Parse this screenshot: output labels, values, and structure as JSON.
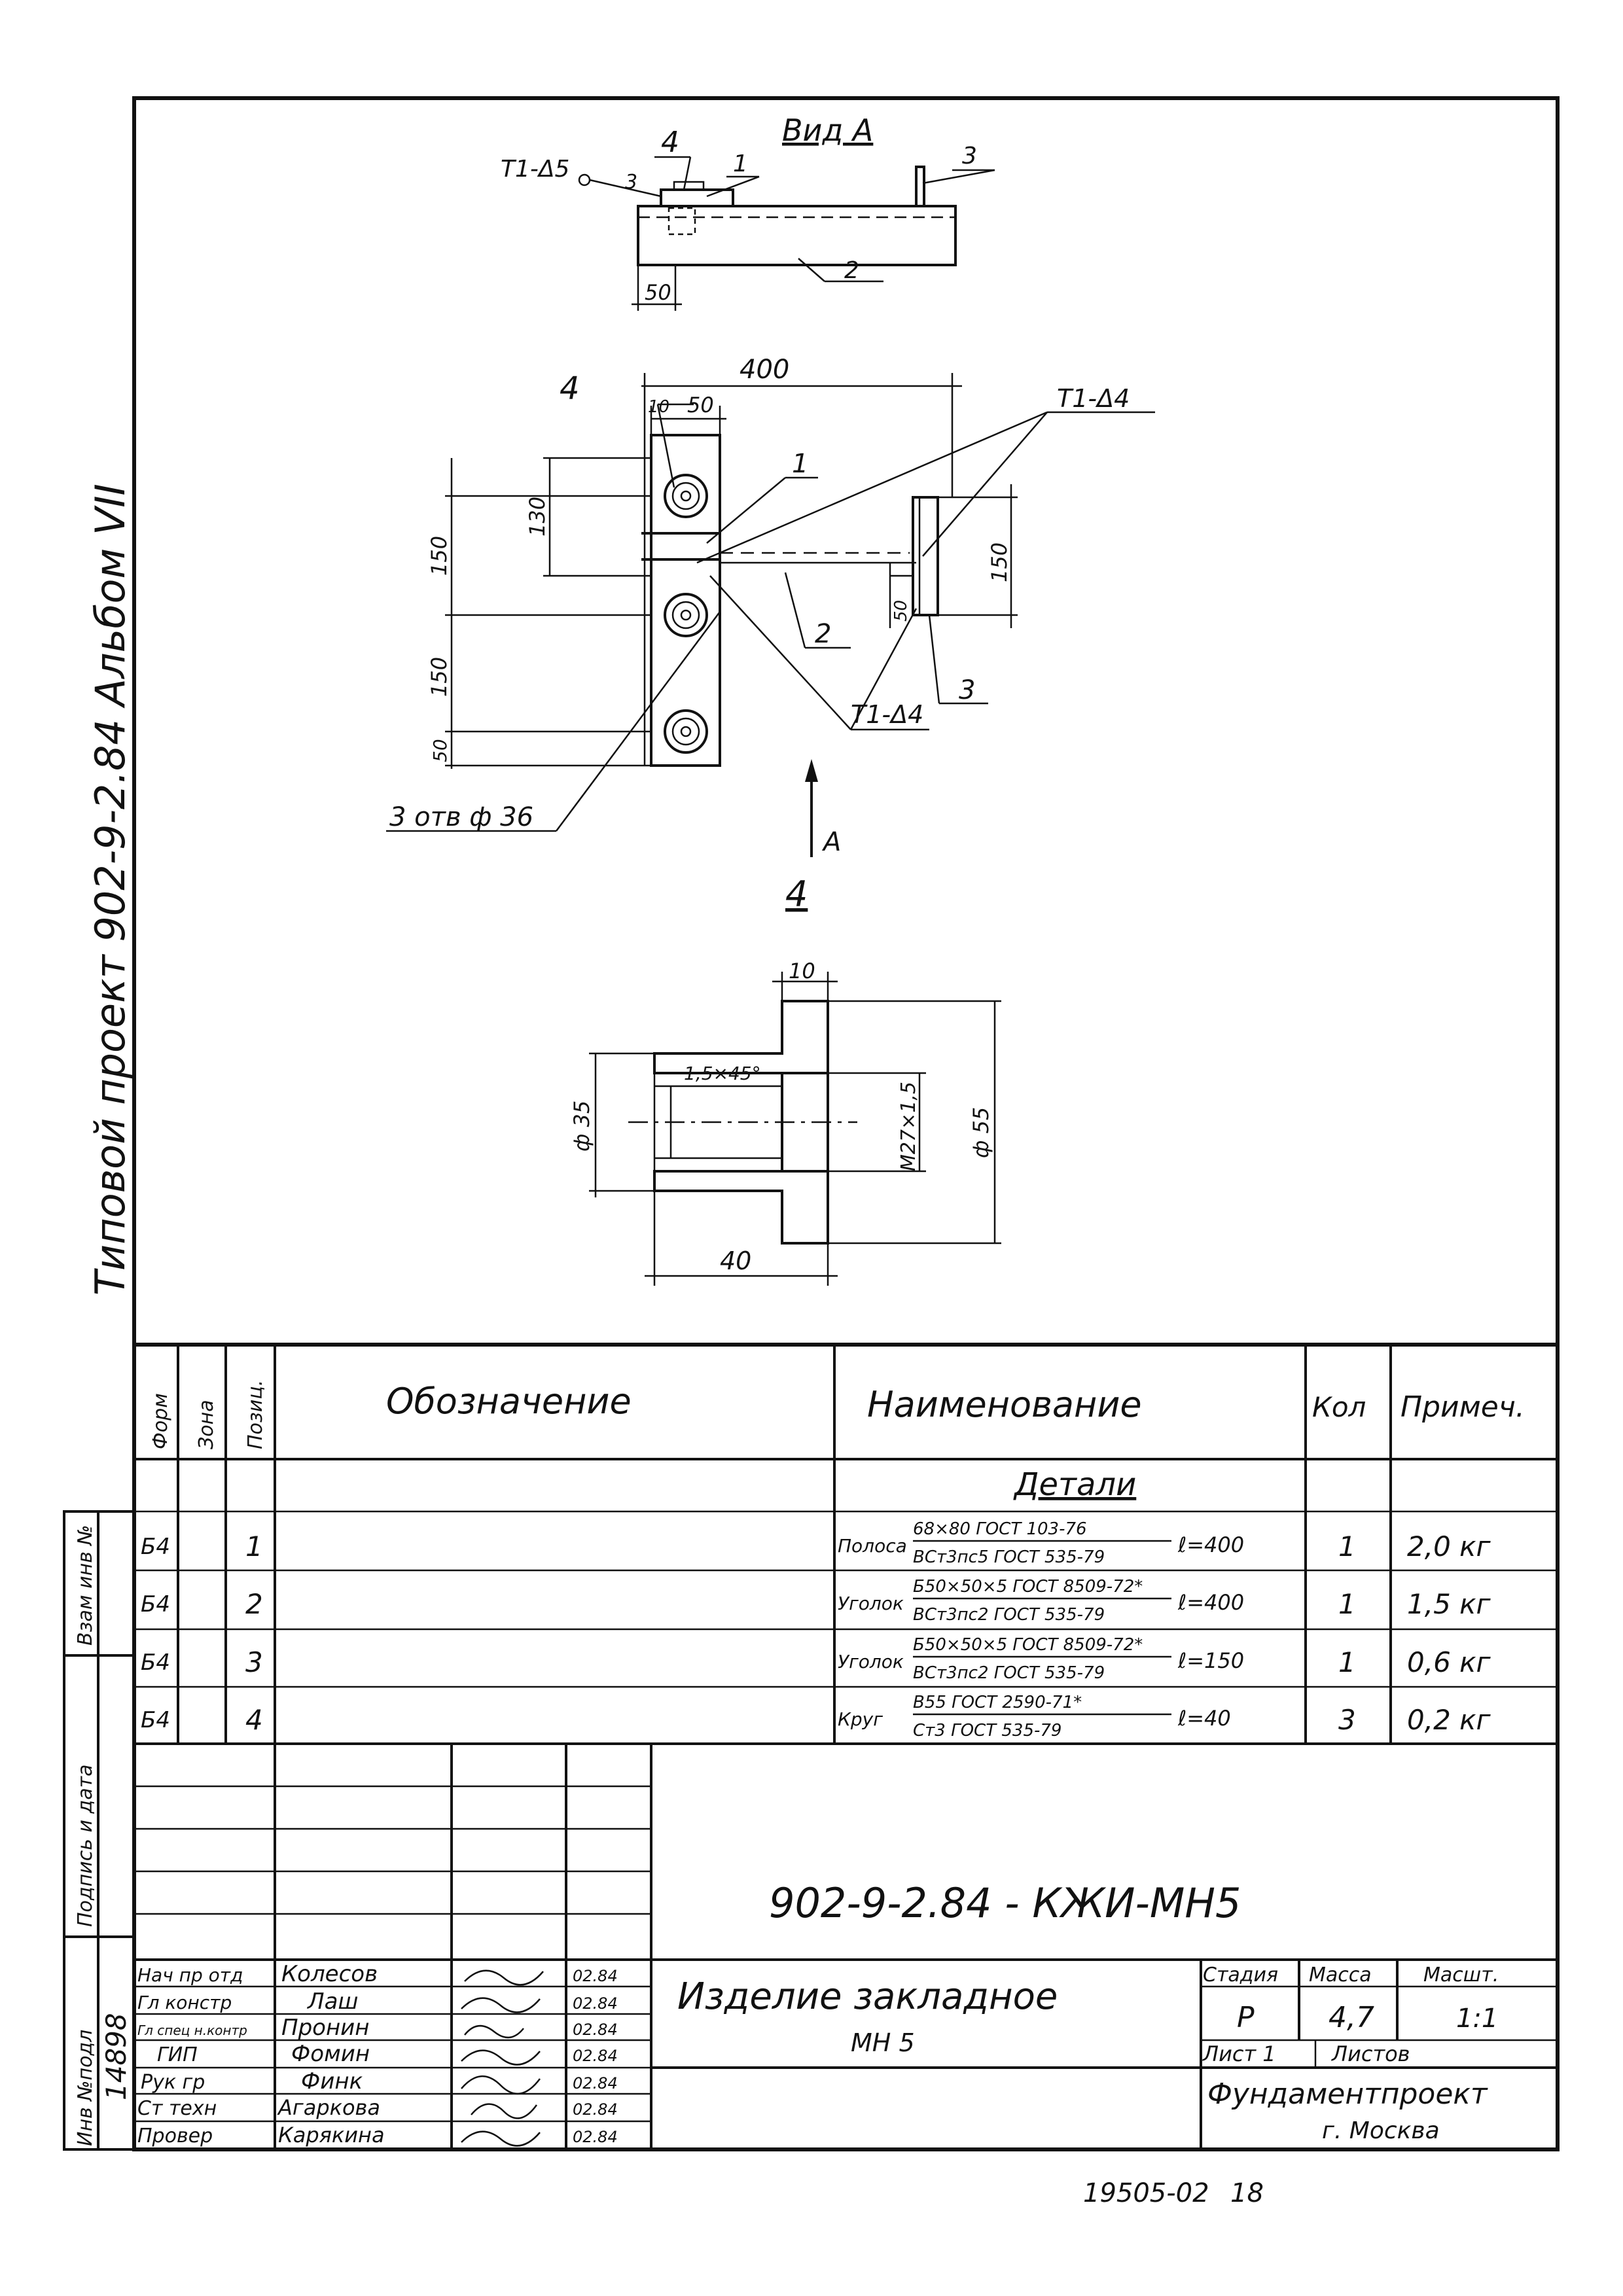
{
  "side_label": "Типовой проект 902-9-2.84 Альбом VII",
  "drawing": {
    "view_a_title": "Вид А",
    "part4_title": "4",
    "labels": {
      "weld_t1_d5": "Т1-Δ5",
      "weld_t1_d4_top": "Т1-Δ4",
      "weld_t1_d4_bottom": "Т1-Δ4",
      "holes": "3 отв ф 36",
      "arrow_a": "А",
      "pos_1": "1",
      "pos_2": "2",
      "pos_3": "3",
      "pos_4": "4",
      "pos_3_small": "3",
      "dims": {
        "d50_top": "50",
        "d400": "400",
        "d10_top": "10",
        "d50_plan": "50",
        "d130": "130",
        "d150_left_upper": "150",
        "d150_left_lower": "150",
        "d50_left": "50",
        "d50_mid": "50",
        "d150_right": "150",
        "d10_part": "10",
        "d35": "ф 35",
        "chamfer": "1,5×45°",
        "thread": "М27×1,5",
        "d55": "ф 55",
        "d40": "40"
      }
    }
  },
  "spec_table": {
    "headers": {
      "format": "Форм",
      "zone": "Зона",
      "position": "Позиц.",
      "designation": "Обозначение",
      "name": "Наименование",
      "qty": "Кол",
      "note": "Примеч."
    },
    "section_title": "Детали",
    "rows": [
      {
        "format": "Б4",
        "position": "1",
        "name_prefix": "Полоса",
        "name_top": "68×80 ГОСТ 103-76",
        "name_bottom": "ВСт3пс5 ГОСТ 535-79",
        "length": "ℓ=400",
        "qty": "1",
        "note": "2,0 кг"
      },
      {
        "format": "Б4",
        "position": "2",
        "name_prefix": "Уголок",
        "name_top": "Б50×50×5 ГОСТ 8509-72*",
        "name_bottom": "ВСт3пс2 ГОСТ 535-79",
        "length": "ℓ=400",
        "qty": "1",
        "note": "1,5 кг"
      },
      {
        "format": "Б4",
        "position": "3",
        "name_prefix": "Уголок",
        "name_top": "Б50×50×5 ГОСТ 8509-72*",
        "name_bottom": "ВСт3пс2 ГОСТ 535-79",
        "length": "ℓ=150",
        "qty": "1",
        "note": "0,6 кг"
      },
      {
        "format": "Б4",
        "position": "4",
        "name_prefix": "Круг",
        "name_top": "В55 ГОСТ 2590-71*",
        "name_bottom": "Ст3 ГОСТ 535-79",
        "length": "ℓ=40",
        "qty": "3",
        "note": "0,2 кг"
      }
    ]
  },
  "title_block": {
    "code": "902-9-2.84 - КЖИ-МН5",
    "item_title_line1": "Изделие закладное",
    "item_title_line2": "МН 5",
    "stage_label": "Стадия",
    "mass_label": "Масса",
    "scale_label": "Масшт.",
    "stage": "Р",
    "mass": "4,7",
    "scale": "1:1",
    "sheet_label": "Лист 1",
    "sheets_label": "Листов",
    "org_name": "Фундаментпроект",
    "org_city": "г. Москва",
    "signatures": [
      {
        "role": "Нач пр отд",
        "name": "Колесов",
        "date": "02.84"
      },
      {
        "role": "Гл констр",
        "name": "Лаш",
        "date": "02.84"
      },
      {
        "role": "Гл спец н.контр",
        "name": "Пронин",
        "date": "02.84"
      },
      {
        "role": "ГИП",
        "name": "Фомин",
        "date": "02.84"
      },
      {
        "role": "Рук гр",
        "name": "Финк",
        "date": "02.84"
      },
      {
        "role": "Ст техн",
        "name": "Агаркова",
        "date": "02.84"
      },
      {
        "role": "Провер",
        "name": "Карякина",
        "date": "02.84"
      }
    ]
  },
  "side_stamp": {
    "inv_podl": "Инв №подл",
    "inv_number": "14898",
    "podpis_data": "Подпись и дата",
    "vzam_inv": "Взам инв №"
  },
  "footer": {
    "sheet_code": "19505-02",
    "page": "18"
  }
}
